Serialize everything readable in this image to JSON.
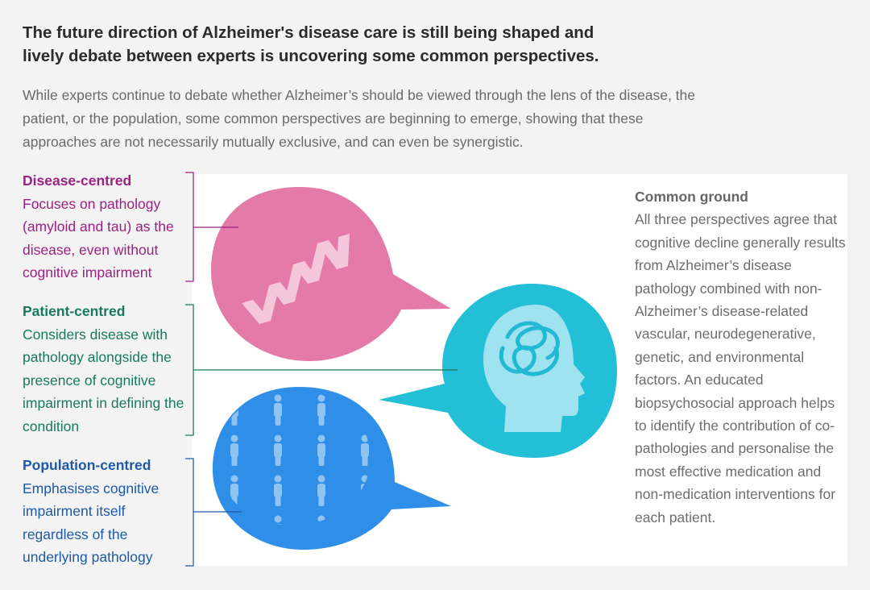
{
  "headline": {
    "line1": "The future direction of Alzheimer's disease care is still being shaped and",
    "line2": "lively debate between experts is uncovering some common perspectives."
  },
  "intro": "While experts continue to debate whether Alzheimer’s should be viewed through the lens of the disease, the patient, or the population, some common perspectives are beginning to emerge, showing that these approaches are not necessarily mutually exclusive, and can even be synergistic.",
  "perspectives": [
    {
      "title": "Disease-centred",
      "description": "Focuses on pathology (amyloid and tau) as the disease, even without cognitive impairment",
      "color": "#9b2182",
      "bubble_color": "#e47aa8",
      "icon": "dna-icon"
    },
    {
      "title": "Patient-centred",
      "description": "Considers disease with pathology alongside the presence of cognitive impairment in defining the condition",
      "color": "#177a5e",
      "bubble_color": "#22bfd6",
      "icon": "head-with-brain-icon"
    },
    {
      "title": "Population-centred",
      "description": "Emphasises cognitive impairment itself regardless of the underlying pathology",
      "color": "#1c5aa6",
      "bubble_color": "#2f8ee8",
      "icon": "crowd-of-people-icon"
    }
  ],
  "common_ground": {
    "title": "Common ground",
    "text": "All three perspectives agree that cognitive decline generally results from Alzheimer’s disease pathology combined with non-Alzheimer’s disease-related vascular, neurodegenerative, genetic, and environmental factors. An educated biopsychosocial approach helps to identify the contribution of co-pathologies and personalise the most effective medication and non-medication interventions for each patient."
  }
}
